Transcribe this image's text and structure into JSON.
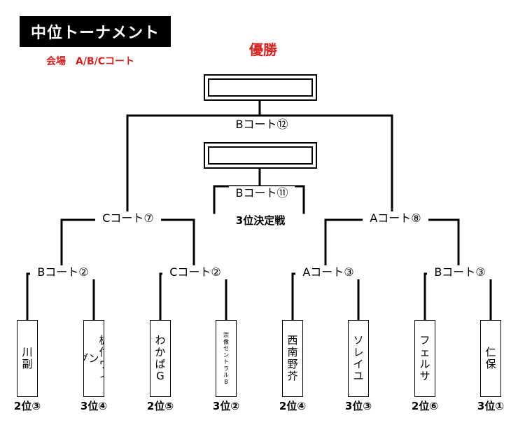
{
  "header": {
    "title": "中位トーナメント",
    "venue": "会場　A/B/Cコート"
  },
  "final": {
    "winner_label": "優勝",
    "court": "Bコート⑫"
  },
  "third_place": {
    "court": "Bコート⑪",
    "label": "3位決定戦"
  },
  "semifinals": {
    "left_court": "Cコート⑦",
    "right_court": "Aコート⑧"
  },
  "quarterfinals": [
    {
      "court": "Bコート②"
    },
    {
      "court": "Cコート②"
    },
    {
      "court": "Aコート③"
    },
    {
      "court": "Bコート③"
    }
  ],
  "teams": [
    {
      "columns": [
        "川副"
      ],
      "seed": "2位③"
    },
    {
      "columns": [
        "板付ウィ",
        "ン",
        "グ"
      ],
      "seed": "3位④"
    },
    {
      "columns": [
        "わかばG"
      ],
      "seed": "2位⑤"
    },
    {
      "columns": [
        "宗像セントラルB"
      ],
      "seed": "3位②",
      "small": true
    },
    {
      "columns": [
        "西南野芥"
      ],
      "seed": "2位④"
    },
    {
      "columns": [
        "ソレイユ"
      ],
      "seed": "3位③"
    },
    {
      "columns": [
        "フェルサ"
      ],
      "seed": "2位⑥"
    },
    {
      "columns": [
        "仁保"
      ],
      "seed": "3位①"
    }
  ],
  "colors": {
    "accent_red": "#d92020",
    "line": "#000000"
  }
}
